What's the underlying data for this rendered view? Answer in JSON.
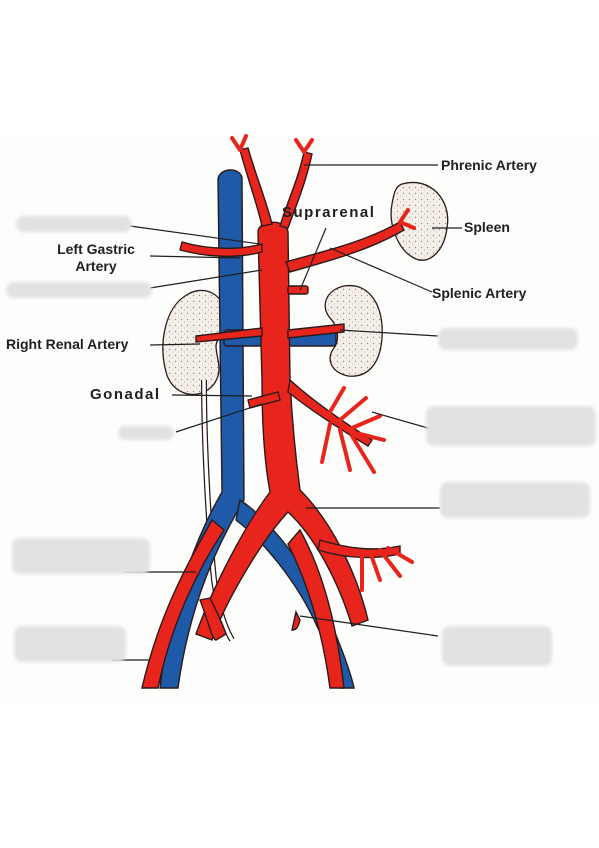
{
  "labels": {
    "phrenic_artery": "Phrenic Artery",
    "suprarenal": "Suprarenal",
    "spleen": "Spleen",
    "left_gastric_line1": "Left Gastric",
    "left_gastric_line2": "Artery",
    "splenic_artery": "Splenic Artery",
    "right_renal_artery": "Right Renal Artery",
    "gonadal": "Gonadal"
  },
  "colors": {
    "artery": "#e8251d",
    "vein": "#1e5aa8",
    "outline": "#2a1a1a",
    "organ": "#f3ede6",
    "background": "#ffffff"
  }
}
